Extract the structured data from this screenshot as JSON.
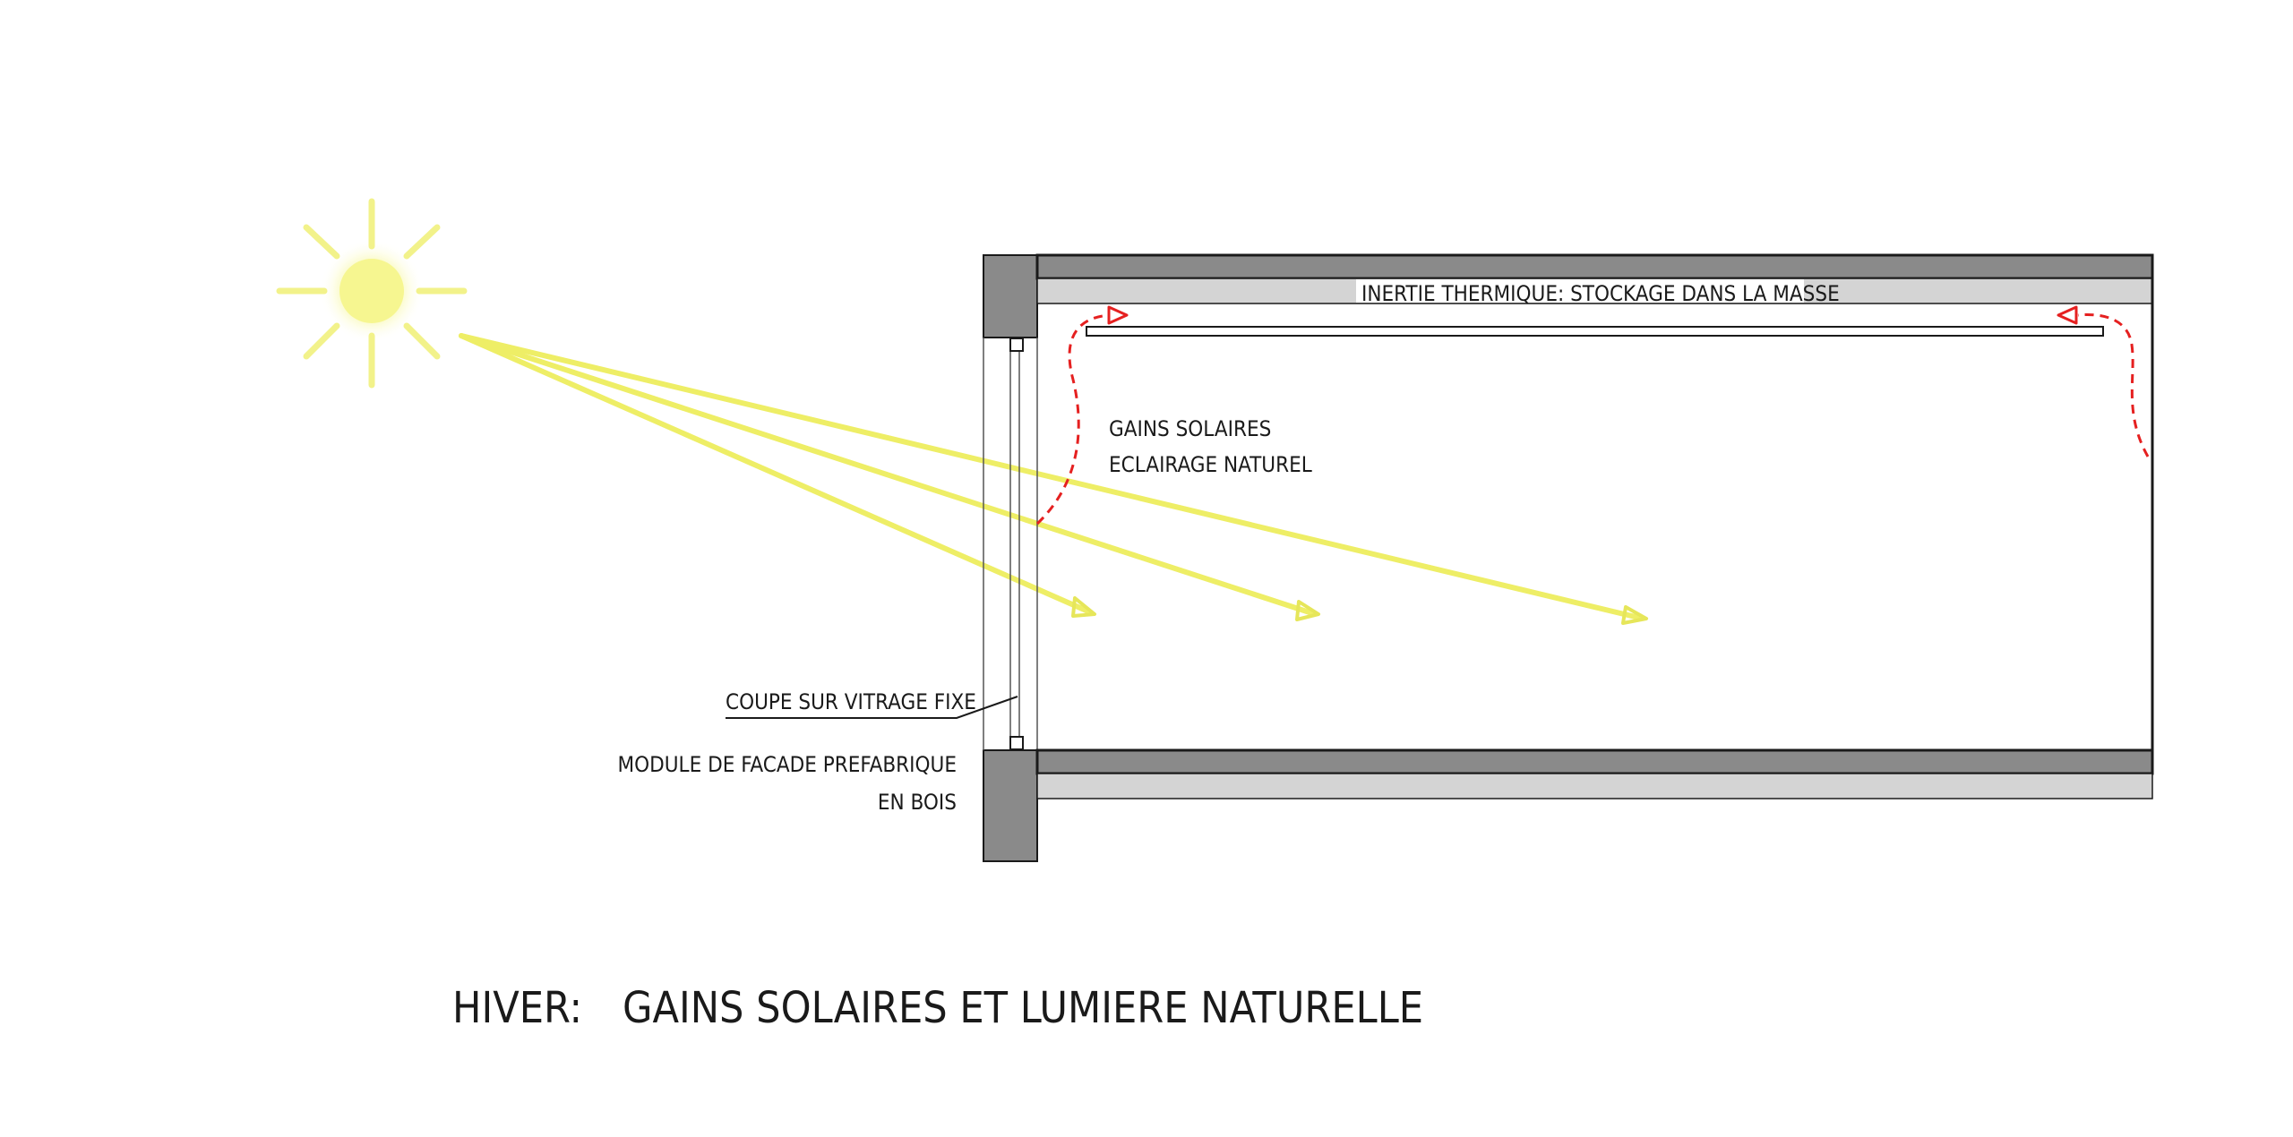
{
  "labels": {
    "inertia": "INERTIE THERMIQUE: STOCKAGE DANS LA MASSE",
    "gains_line1": "GAINS SOLAIRES",
    "gains_line2": "ECLAIRAGE NATUREL",
    "section": "COUPE SUR VITRAGE FIXE",
    "module_line1": "MODULE DE FACADE PREFABRIQUE",
    "module_line2": "EN BOIS"
  },
  "title": {
    "season": "HIVER:",
    "caption": "GAINS SOLAIRES ET LUMIERE NATURELLE"
  },
  "colors": {
    "sun": "#f2f28a",
    "rays": "#eeee66",
    "airflow": "#e52020",
    "slab_dark": "#8a8a8a",
    "slab_light": "#d4d4d4",
    "line": "#1a1a1a"
  },
  "icons": {
    "sun": "sun-icon"
  }
}
